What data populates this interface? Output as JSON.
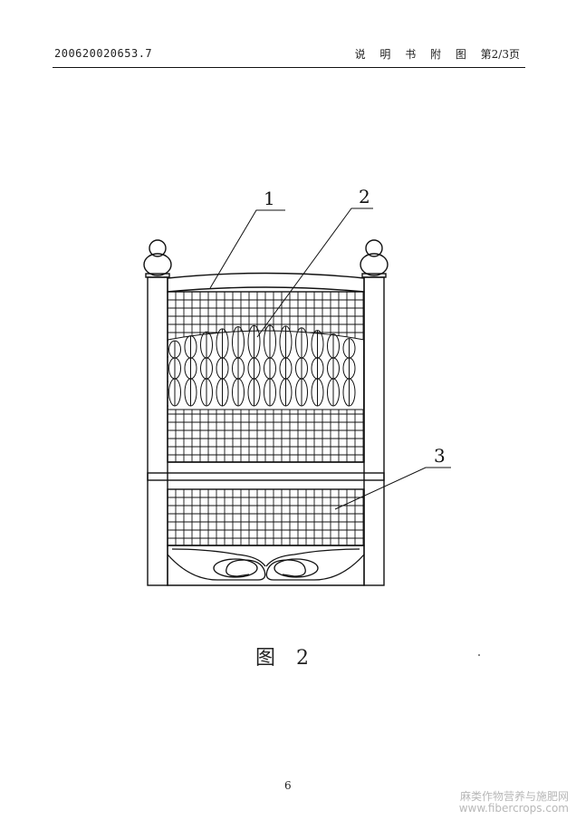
{
  "header": {
    "application_number": "200620020653.7",
    "section_title": "说 明 书 附 图",
    "page_of_total": "第2/3页"
  },
  "figure": {
    "caption": "图 2",
    "callouts": [
      {
        "label": "1"
      },
      {
        "label": "2"
      },
      {
        "label": "3"
      }
    ]
  },
  "page_number": "6",
  "watermark": {
    "line1": "麻类作物营养与施肥网",
    "line2": "www.fibercrops.com"
  }
}
